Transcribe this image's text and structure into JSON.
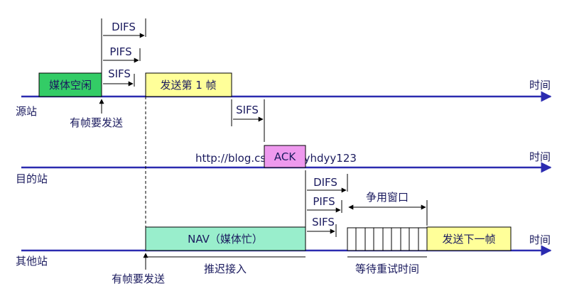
{
  "stations": {
    "source": "源站",
    "dest": "目的站",
    "other": "其他站"
  },
  "time_label": "时间",
  "boxes": {
    "medium_idle": "媒体空闲",
    "send_first": "发送第 1 帧",
    "ack": "ACK",
    "nav": "NAV（媒体忙）",
    "send_next": "发送下一帧"
  },
  "ifs": {
    "difs": "DIFS",
    "pifs": "PIFS",
    "sifs": "SIFS"
  },
  "annotations": {
    "has_frame_source": "有帧要发送",
    "has_frame_other": "有帧要发送",
    "defer_access": "推迟接入",
    "backoff_wait": "等待重试时间",
    "contention_window": "争用窗口"
  },
  "watermark": "http://blog.csdn.net/yhdyy123",
  "colors": {
    "timeline": "#2b2bb0",
    "idle": "#33cc66",
    "frame": "#ffff99",
    "ack": "#ee99ee",
    "nav": "#99eecc",
    "text": "#1a1a5e"
  }
}
